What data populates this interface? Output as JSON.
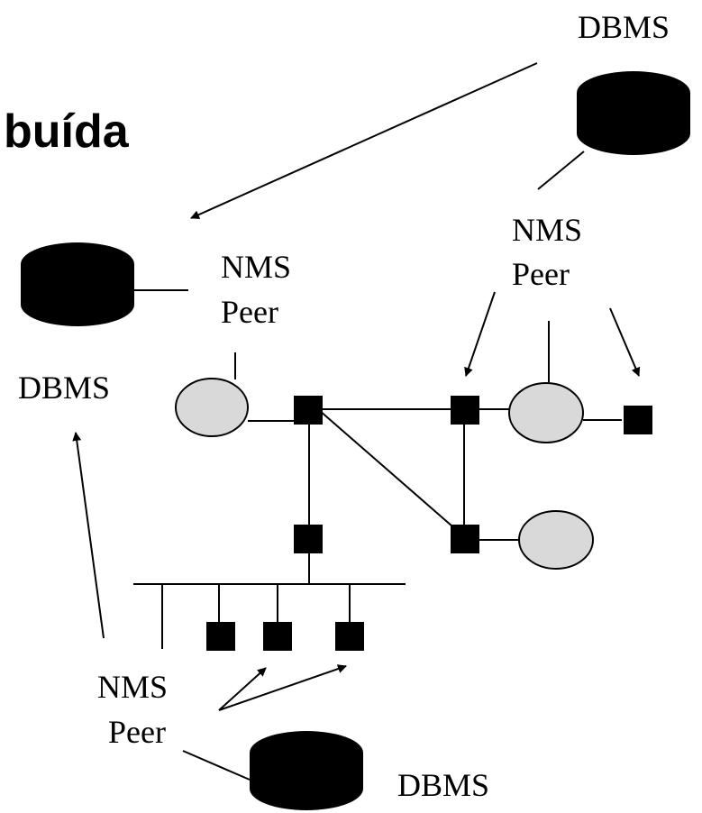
{
  "title": "buída",
  "labels": {
    "dbms_top_right": "DBMS",
    "dbms_left": "DBMS",
    "dbms_bottom": "DBMS",
    "nms_left_line1": "NMS",
    "nms_left_line2": "Peer",
    "nms_right_line1": "NMS",
    "nms_right_line2": "Peer",
    "nms_bottom_line1": "NMS",
    "nms_bottom_line2": "Peer"
  },
  "colors": {
    "ink": "#000000",
    "node_fill": "#d9d9d9",
    "background": "#ffffff"
  }
}
